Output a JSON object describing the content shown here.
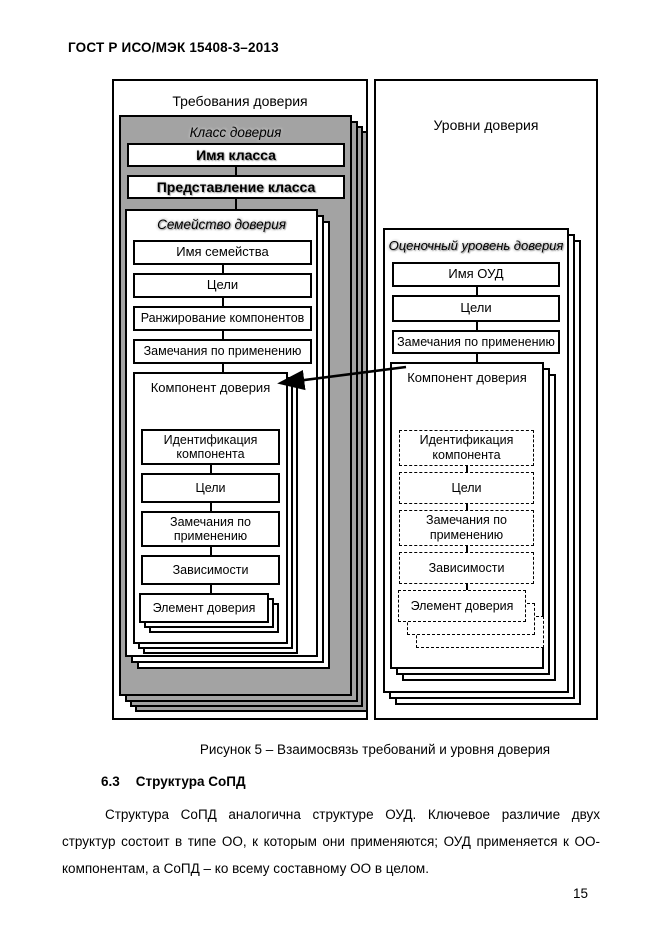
{
  "page": {
    "header": "ГОСТ Р ИСО/МЭК 15408-3–2013",
    "page_number": "15"
  },
  "figure": {
    "caption": "Рисунок 5 – Взаимосвязь требований и уровня доверия",
    "colors": {
      "class_box_fill": "#a3a3a3",
      "border": "#000000",
      "background": "#ffffff"
    },
    "left_panel": {
      "title": "Требования доверия",
      "class_box": {
        "title": "Класс доверия",
        "items": [
          "Имя класса",
          "Представление класса"
        ],
        "family_box": {
          "title": "Семейство доверия",
          "items": [
            "Имя семейства",
            "Цели",
            "Ранжирование компонентов",
            "Замечания по применению"
          ],
          "component_box": {
            "title": "Компонент доверия",
            "items": [
              "Идентификация компонента",
              "Цели",
              "Замечания по применению",
              "Зависимости"
            ],
            "element": "Элемент доверия"
          }
        }
      }
    },
    "right_panel": {
      "title": "Уровни доверия",
      "eal_box": {
        "title": "Оценочный уровень доверия",
        "items": [
          "Имя ОУД",
          "Цели",
          "Замечания по применению"
        ],
        "component_box": {
          "title": "Компонент доверия",
          "items": [
            "Идентификация компонента",
            "Цели",
            "Замечания по применению",
            "Зависимости"
          ],
          "element": "Элемент доверия"
        }
      }
    }
  },
  "section": {
    "number": "6.3",
    "heading": "Структура СоПД",
    "paragraph": "Структура СоПД аналогична структуре ОУД. Ключевое различие двух структур состоит в типе ОО, к которым они применяются; ОУД применяется к ОО-компонентам, а СоПД – ко всему составному ОО в целом."
  }
}
